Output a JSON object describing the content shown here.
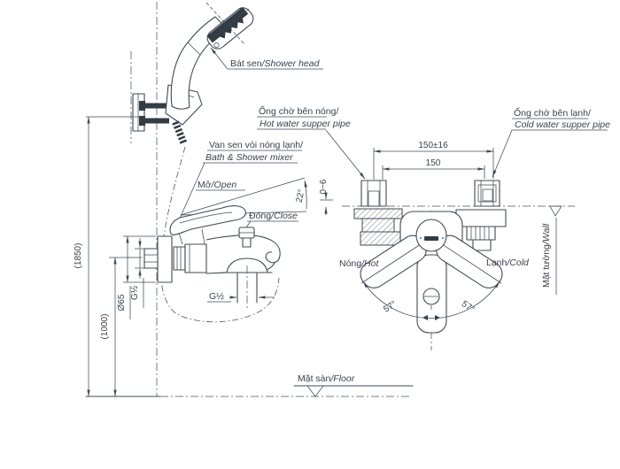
{
  "drawing": {
    "colors": {
      "background": "#ffffff",
      "line": "#414a54",
      "text": "#39424d"
    },
    "labels": {
      "shower_head": {
        "vi": "Bát sen",
        "en": "/Shower head"
      },
      "hot_pipe": {
        "line1": "Ống chờ bên nóng/",
        "line2": "Hot water supper pipe"
      },
      "cold_pipe": {
        "line1": "Ống chờ bên lạnh/",
        "line2": "Cold water supper pipe"
      },
      "mixer": {
        "line1": "Van sen vòi nóng lạnh/",
        "line2": "Bath & Shower mixer"
      },
      "open": {
        "vi": "Mở",
        "en": "/Open"
      },
      "close": {
        "vi": "Đóng",
        "en": "/Close"
      },
      "hot": {
        "vi": "Nóng",
        "en": "/Hot"
      },
      "cold": {
        "vi": "Lạnh",
        "en": "/Cold"
      },
      "wall": {
        "vi": "Mặt tường",
        "en": "/Wall"
      },
      "floor": {
        "vi": "Mặt sàn",
        "en": "/Floor"
      }
    },
    "dimensions": {
      "overall_height": "(1850)",
      "outlet_height": "(1000)",
      "escutcheon_diameter": "Ø65",
      "inlet_thread": "G½",
      "outlet_thread": "G½",
      "pipe_spacing_tolerance": "150±16",
      "pipe_spacing": "150",
      "wall_gap": "0~6",
      "open_angle": "22°",
      "swing_left": "57°",
      "swing_right": "57°"
    }
  }
}
